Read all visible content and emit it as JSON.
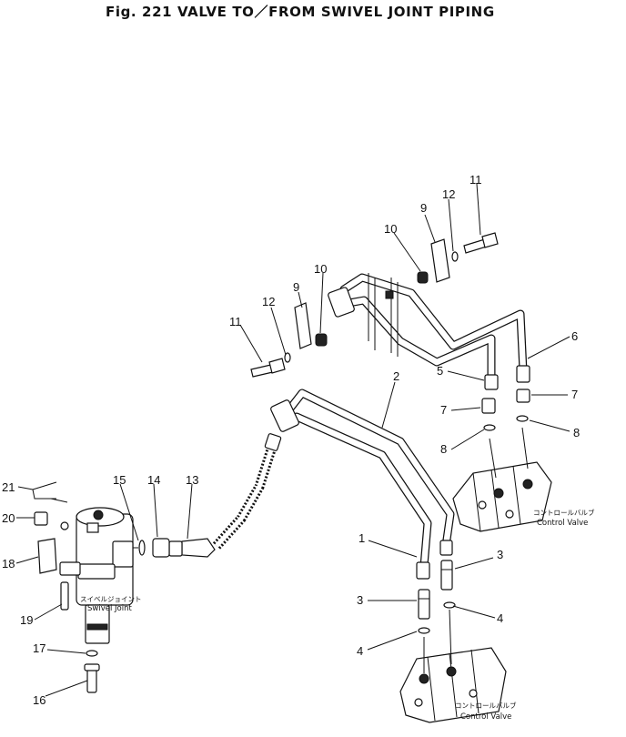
{
  "figure": {
    "title": "Fig. 221   VALVE TO／FROM SWIVEL JOINT PIPING"
  },
  "callouts": [
    "1",
    "2",
    "3",
    "3",
    "4",
    "4",
    "5",
    "6",
    "7",
    "7",
    "8",
    "8",
    "9",
    "9",
    "10",
    "10",
    "11",
    "11",
    "12",
    "12",
    "13",
    "14",
    "15",
    "16",
    "17",
    "18",
    "19",
    "20",
    "21"
  ],
  "components": {
    "control_valve_upper": {
      "jp": "コントロールバルブ",
      "en": "Control Valve"
    },
    "control_valve_lower": {
      "jp": "コントロールバルブ",
      "en": "Control Valve"
    },
    "swivel_joint": {
      "jp": "スイベルジョイント",
      "en": "Swivel Joint"
    }
  }
}
